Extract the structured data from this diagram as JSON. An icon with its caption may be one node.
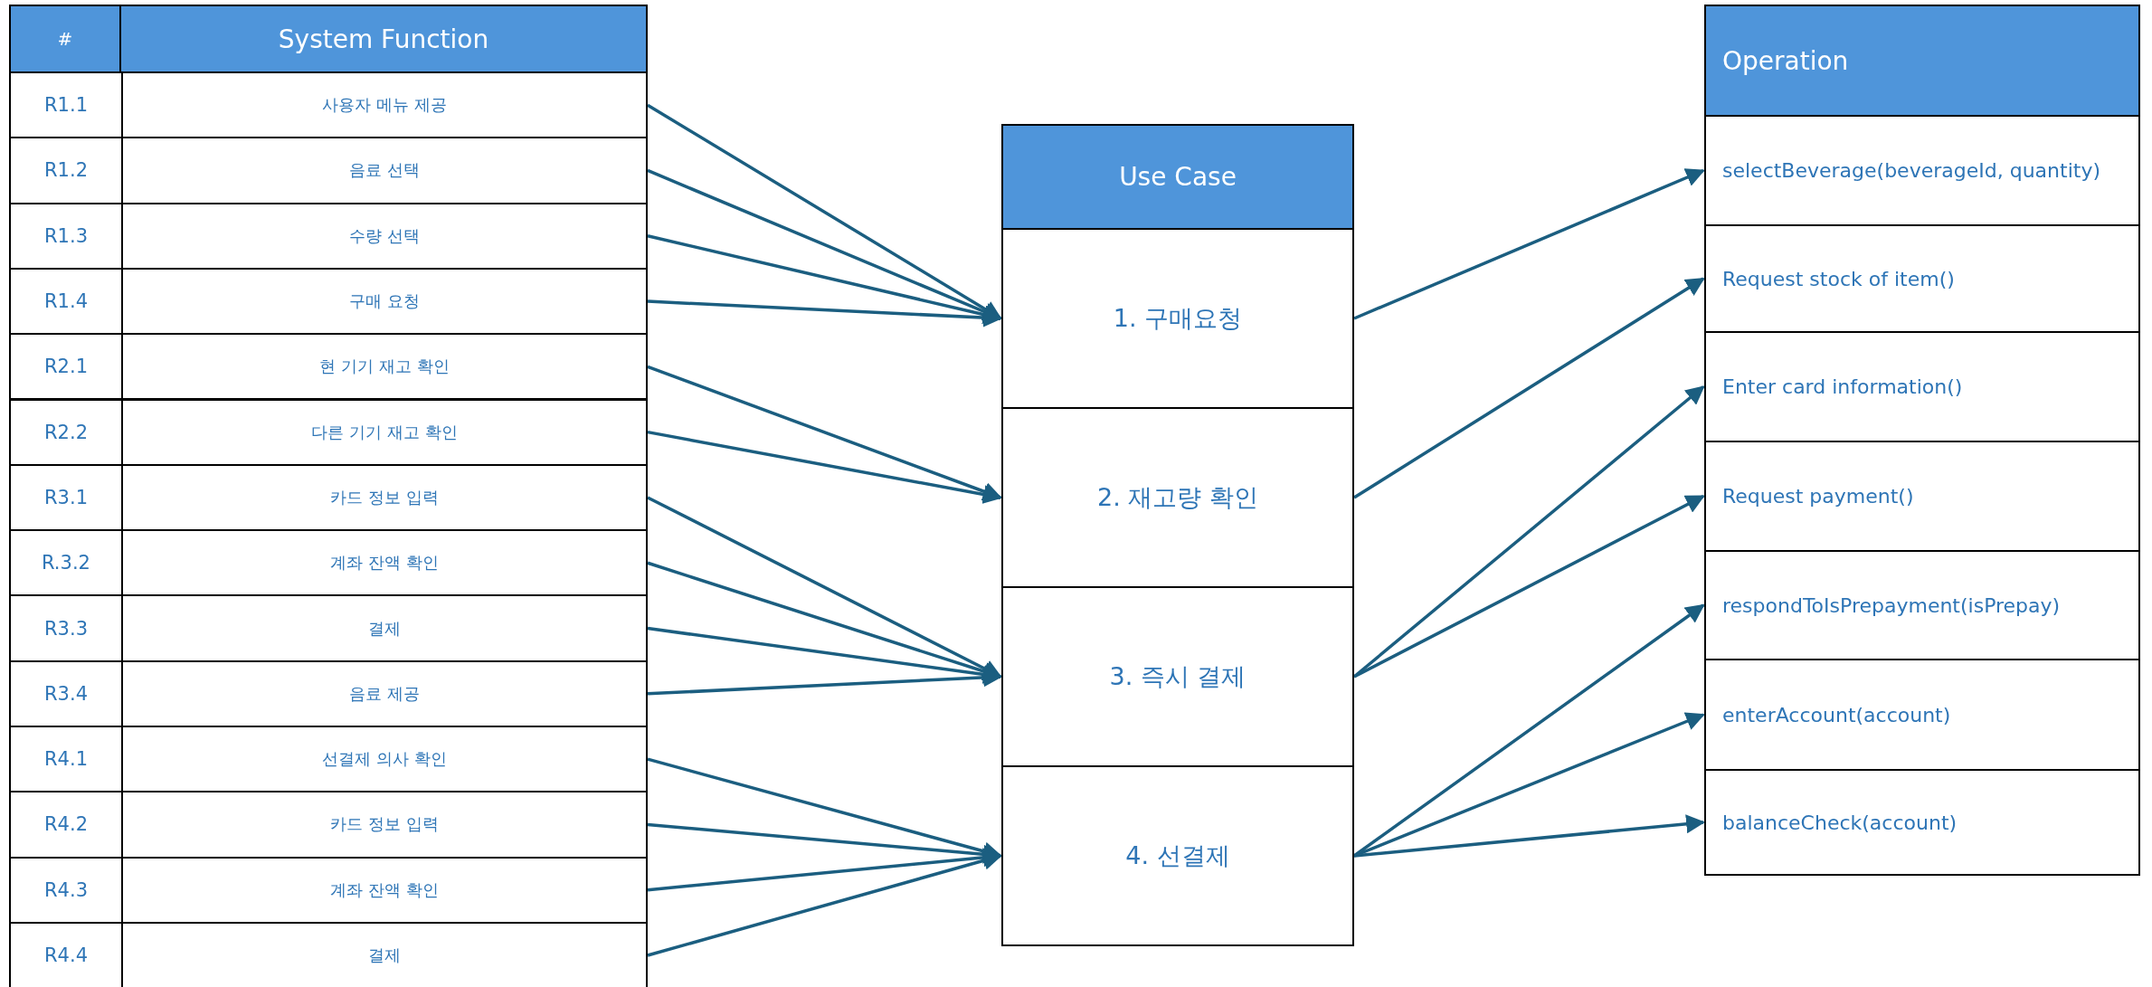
{
  "diagram": {
    "nodes": [
      {
        "text": [
          "R1.1",
          "사용자 메뉴 제공"
        ]
      },
      {
        "text": [
          "R1.2",
          "음료 선택"
        ]
      },
      {
        "text": [
          "R1.3",
          "수량 선택"
        ]
      },
      {
        "text": [
          "R1.4",
          "구매 요청"
        ]
      },
      {
        "text": [
          "R2.1",
          "현 기기 재고 확인"
        ]
      },
      {
        "text": [
          "R2.2",
          "다른 기기 재고 확인"
        ]
      },
      {
        "text": [
          "R3.1",
          "카드 정보 입력"
        ]
      },
      {
        "text": [
          "R.3.2",
          "계좌 잔액 확인"
        ]
      },
      {
        "text": [
          "R3.3",
          "결제"
        ]
      },
      {
        "text": [
          "R3.4",
          "음료 제공"
        ]
      },
      {
        "text": [
          "R4.1",
          "선결제 의사 확인"
        ]
      },
      {
        "text": [
          "R4.2",
          "카드 정보 입력"
        ]
      },
      {
        "text": [
          "R4.3",
          "계좌 잔액 확인"
        ]
      },
      {
        "text": [
          "R4.4",
          "결제"
        ]
      },
      {
        "text": [
          "1. 구매요청"
        ]
      },
      {
        "text": [
          "2. 재고량 확인"
        ]
      },
      {
        "text": [
          "3. 즉시 결제"
        ]
      },
      {
        "text": [
          "4. 선결제"
        ]
      },
      {
        "text": [
          "selectBeverage(beverageId, quantity)"
        ]
      },
      {
        "text": [
          "Request stock of item()"
        ]
      },
      {
        "text": [
          "Enter card information()"
        ]
      },
      {
        "text": [
          "Request payment()"
        ]
      },
      {
        "text": [
          "respondToIsPrepayment(isPrepay)"
        ]
      },
      {
        "text": [
          "enterAccount(account)"
        ]
      },
      {
        "text": [
          "balanceCheck(account)"
        ]
      }
    ],
    "edges": [
      {
        "from": 0,
        "to": 14,
        "arrow": "to"
      },
      {
        "from": 1,
        "to": 14,
        "arrow": "to"
      },
      {
        "from": 2,
        "to": 14,
        "arrow": "to"
      },
      {
        "from": 3,
        "to": 14,
        "arrow": "to"
      },
      {
        "from": 4,
        "to": 15,
        "arrow": "to"
      },
      {
        "from": 5,
        "to": 15,
        "arrow": "to"
      },
      {
        "from": 6,
        "to": 16,
        "arrow": "to"
      },
      {
        "from": 7,
        "to": 16,
        "arrow": "to"
      },
      {
        "from": 8,
        "to": 16,
        "arrow": "to"
      },
      {
        "from": 9,
        "to": 16,
        "arrow": "to"
      },
      {
        "from": 10,
        "to": 17,
        "arrow": "to"
      },
      {
        "from": 11,
        "to": 17,
        "arrow": "to"
      },
      {
        "from": 12,
        "to": 17,
        "arrow": "to"
      },
      {
        "from": 13,
        "to": 17,
        "arrow": "to"
      },
      {
        "from": 14,
        "to": 18,
        "arrow": "to"
      },
      {
        "from": 15,
        "to": 19,
        "arrow": "to"
      },
      {
        "from": 16,
        "to": 20,
        "arrow": "to"
      },
      {
        "from": 16,
        "to": 21,
        "arrow": "to"
      },
      {
        "from": 17,
        "to": 22,
        "arrow": "to"
      },
      {
        "from": 17,
        "to": 23,
        "arrow": "to"
      },
      {
        "from": 17,
        "to": 24,
        "arrow": "to"
      }
    ],
    "labels": [
      "#",
      "System Function",
      "Use Case",
      "Operation"
    ]
  }
}
